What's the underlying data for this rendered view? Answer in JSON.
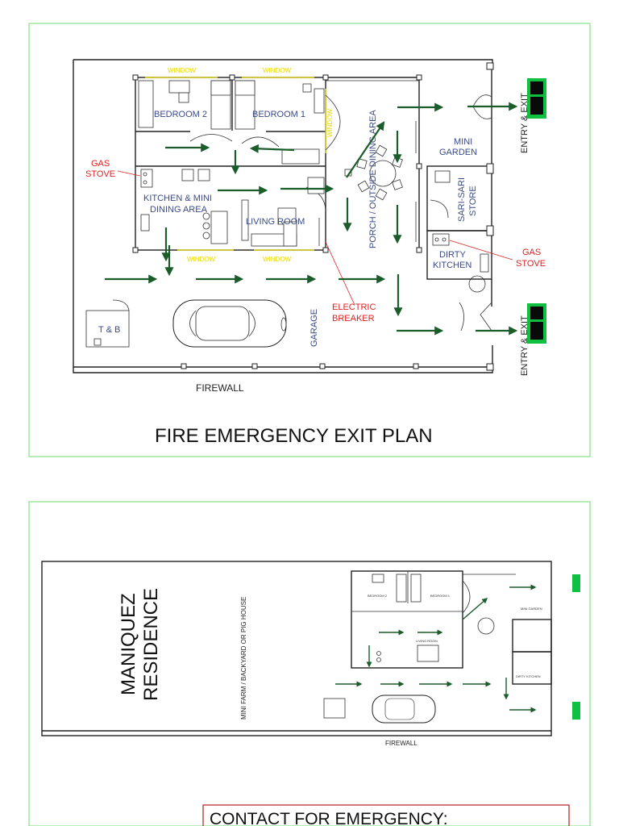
{
  "panel1": {
    "title": "FIRE EMERGENCY EXIT PLAN",
    "firewall": "FIREWALL",
    "rooms": {
      "bedroom2": "BEDROOM 2",
      "bedroom1": "BEDROOM 1",
      "kitchen_line1": "KITCHEN & MINI",
      "kitchen_line2": "DINING AREA",
      "living": "LIVING ROOM",
      "porch": "PORCH / OUTSIDE DINING AREA",
      "mini_garden_1": "MINI",
      "mini_garden_2": "GARDEN",
      "sari_1": "SARI-SARI",
      "sari_2": "STORE",
      "dirty_1": "DIRTY",
      "dirty_2": "KITCHEN",
      "tb": "T & B",
      "garage": "GARAGE"
    },
    "windows": [
      "WINDOW",
      "WINDOW",
      "WINDOW",
      "WINDOW"
    ],
    "window_vertical": "WINDOW",
    "callouts": {
      "gas_stove_left_1": "GAS",
      "gas_stove_left_2": "STOVE",
      "gas_stove_right_1": "GAS",
      "gas_stove_right_2": "STOVE",
      "breaker_1": "ELECTRIC",
      "breaker_2": "BREAKER"
    },
    "exit_label": "ENTRY & EXIT"
  },
  "panel2": {
    "residence_line1": "MANIQUEZ",
    "residence_line2": "RESIDENCE",
    "backyard": "MINI FARM / BACKYARD OR PIG HOUSE",
    "firewall": "FIREWALL",
    "contact": "CONTACT FOR EMERGENCY:"
  },
  "colors": {
    "frame": "#6fdc6f",
    "arrow": "#1a5c2a",
    "exit_sign": "#10c040",
    "callout": "#e02020",
    "room_label": "#3a4a8a",
    "window_label": "#e8d800"
  }
}
